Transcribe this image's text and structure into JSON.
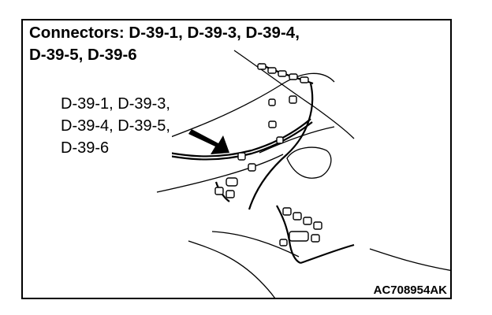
{
  "title": {
    "line1": "Connectors: D-39-1, D-39-3, D-39-4,",
    "line2": "D-39-5, D-39-6"
  },
  "callout": {
    "line1": "D-39-1, D-39-3,",
    "line2": "D-39-4, D-39-5,",
    "line3": "D-39-6"
  },
  "figure_code": "AC708954AK"
}
